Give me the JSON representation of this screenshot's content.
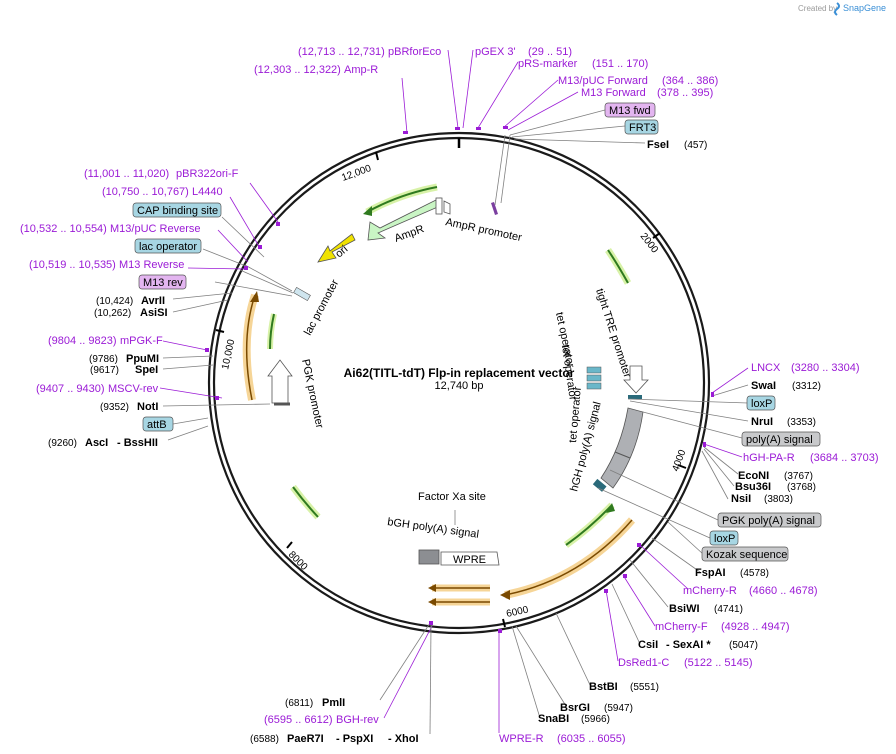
{
  "brand": {
    "created_by": "Created by",
    "name": "SnapGene"
  },
  "title": "Ai62(TITL-tdT) Flp-in replacement vector",
  "size": "12,740 bp",
  "ticks": [
    "2000",
    "4000",
    "6000",
    "8000",
    "10,000",
    "12,000"
  ],
  "colors": {
    "primer": "#9b1bd6",
    "feature_fill": "#7d7d7d",
    "green": "#2f8f2f",
    "orange": "#e39b2a",
    "ori": "#e6d800"
  },
  "right_labels": {
    "pBRforEco": "pBRforEco",
    "pBRforEco_pos": "(12,713 .. 12,731)",
    "AmpR": "Amp-R",
    "AmpR_pos": "(12,303 .. 12,322)",
    "pGEX": "pGEX 3'",
    "pGEX_pos": "(29 .. 51)",
    "pRS": "pRS-marker",
    "pRS_pos": "(151 .. 170)",
    "M13pUCF": "M13/pUC Forward",
    "M13pUCF_pos": "(364 .. 386)",
    "M13F": "M13 Forward",
    "M13F_pos": "(378 .. 395)",
    "M13fwd": "M13 fwd",
    "FRT3": "FRT3",
    "FseI": "FseI",
    "FseI_pos": "(457)",
    "LNCX": "LNCX",
    "LNCX_pos": "(3280 .. 3304)",
    "SwaI": "SwaI",
    "SwaI_pos": "(3312)",
    "loxP1": "loxP",
    "NruI": "NruI",
    "NruI_pos": "(3353)",
    "polyA": "poly(A) signal",
    "hGHPAR": "hGH-PA-R",
    "hGHPAR_pos": "(3684 .. 3703)",
    "EcoNI": "EcoNI",
    "EcoNI_pos": "(3767)",
    "Bsu36I": "Bsu36I",
    "Bsu36I_pos": "(3768)",
    "NsiI": "NsiI",
    "NsiI_pos": "(3803)",
    "PGKpolyA": "PGK poly(A) signal",
    "loxP2": "loxP",
    "Kozak": "Kozak sequence",
    "FspAI": "FspAI",
    "FspAI_pos": "(4578)",
    "mCherryR": "mCherry-R",
    "mCherryR_pos": "(4660 .. 4678)",
    "BsiWI": "BsiWI",
    "BsiWI_pos": "(4741)",
    "mCherryF": "mCherry-F",
    "mCherryF_pos": "(4928 .. 4947)",
    "CsiI": "CsiI",
    "SexAI": "- SexAI *",
    "CsiI_pos": "(5047)",
    "DsRed1C": "DsRed1-C",
    "DsRed1C_pos": "(5122 .. 5145)",
    "BstBI": "BstBI",
    "BstBI_pos": "(5551)",
    "BsrGI": "BsrGI",
    "BsrGI_pos": "(5947)",
    "SnaBI": "SnaBI",
    "SnaBI_pos": "(5966)",
    "WPRER": "WPRE-R",
    "WPRER_pos": "(6035 .. 6055)"
  },
  "left_labels": {
    "pBR322oriF": "pBR322ori-F",
    "pBR322oriF_pos": "(11,001 .. 11,020)",
    "L4440": "L4440",
    "L4440_pos": "(10,750 .. 10,767)",
    "CAP": "CAP binding site",
    "M13pUCRev": "M13/pUC Reverse",
    "M13pUCRev_pos": "(10,532 .. 10,554)",
    "lacop": "lac operator",
    "M13Rev": "M13 Reverse",
    "M13Rev_pos": "(10,519 .. 10,535)",
    "M13rev": "M13 rev",
    "AvrII": "AvrII",
    "AvrII_pos": "(10,424)",
    "AsiSI": "AsiSI",
    "AsiSI_pos": "(10,262)",
    "mPGKF": "mPGK-F",
    "mPGKF_pos": "(9804 .. 9823)",
    "PpuMI": "PpuMI",
    "PpuMI_pos": "(9786)",
    "SpeI": "SpeI",
    "SpeI_pos": "(9617)",
    "MSCVrev": "MSCV-rev",
    "MSCVrev_pos": "(9407 .. 9430)",
    "NotI": "NotI",
    "NotI_pos": "(9352)",
    "attB": "attB",
    "AscI": "AscI",
    "BssHII": "- BssHII",
    "AscI_pos": "(9260)",
    "PmlI": "PmlI",
    "PmlI_pos": "(6811)",
    "BGHrev": "BGH-rev",
    "BGHrev_pos": "(6595 .. 6612)",
    "PaeR7I": "PaeR7I",
    "PspXI": "- PspXI",
    "XhoI": "- XhoI",
    "PaeR7I_pos": "(6588)"
  },
  "inner_labels": {
    "AmpR_feat": "AmpR",
    "AmpR_promoter": "AmpR promoter",
    "ori": "ori",
    "lac_promoter": "lac promoter",
    "PGK_promoter": "PGK promoter",
    "tightTRE": "tight TRE promoter",
    "tetop1": "tet operator",
    "tetop2": "tet operator",
    "tetop3": "tet operator",
    "hGHpolyA": "hGH poly(A) signal",
    "FactorXa": "Factor Xa site",
    "bGHpolyA": "bGH poly(A) signal",
    "WPRE": "WPRE"
  }
}
